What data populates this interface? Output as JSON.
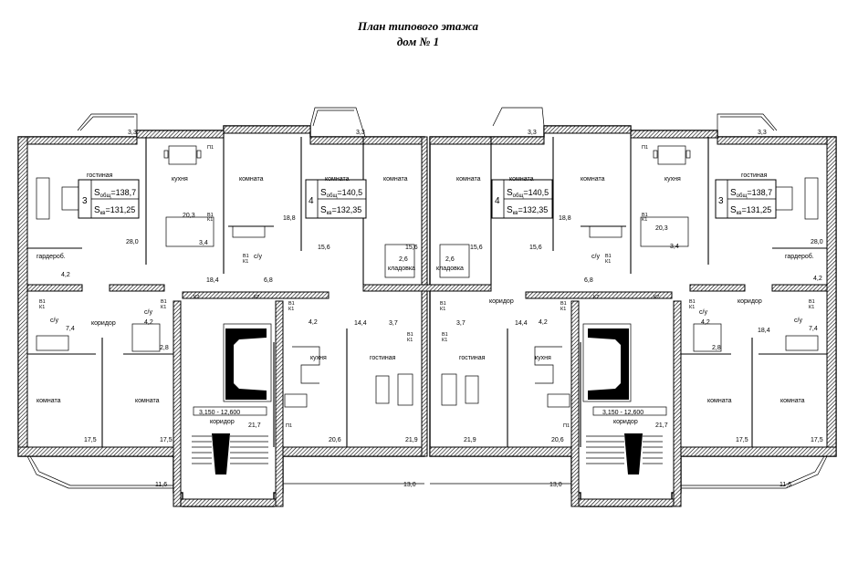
{
  "title": {
    "line1": "План типового этажа",
    "line2": "дом № 1"
  },
  "labels": {
    "living": "гостиная",
    "kitchen": "кухня",
    "room": "комната",
    "corridor": "коридор",
    "wardrobe": "гардероб.",
    "pantry": "кладовка",
    "wc": "с/у",
    "floors": "3,150 - 12,600",
    "b1": "В1",
    "k1": "К1",
    "k2": "К2",
    "p1": "П1"
  },
  "apartments": [
    {
      "rooms": "3",
      "s_total_label": "S",
      "s_total_sub": "общ",
      "s_total": "=138,7",
      "s_live_label": "S",
      "s_live_sub": "кв",
      "s_live": "=131,25"
    },
    {
      "rooms": "4",
      "s_total_label": "S",
      "s_total_sub": "общ",
      "s_total": "=140,5",
      "s_live_label": "S",
      "s_live_sub": "кв",
      "s_live": "=132,35"
    },
    {
      "rooms": "4",
      "s_total_label": "S",
      "s_total_sub": "общ",
      "s_total": "=140,5",
      "s_live_label": "S",
      "s_live_sub": "кв",
      "s_live": "=132,35"
    },
    {
      "rooms": "3",
      "s_total_label": "S",
      "s_total_sub": "общ",
      "s_total": "=138,7",
      "s_live_label": "S",
      "s_live_sub": "кв",
      "s_live": "=131,25"
    }
  ],
  "areas": {
    "a33": "3,3",
    "a203": "20,3",
    "a34": "3,4",
    "a280": "28,0",
    "a188": "18,8",
    "a156": "15,6",
    "a26": "2,6",
    "a42": "4,2",
    "a184": "18,4",
    "a68": "6,8",
    "a74": "7,4",
    "a28": "2,8",
    "a144": "14,4",
    "a37": "3,7",
    "a217": "21,7",
    "a206": "20,6",
    "a219": "21,9",
    "a175": "17,5",
    "a116": "11,6",
    "a130": "13,0"
  }
}
